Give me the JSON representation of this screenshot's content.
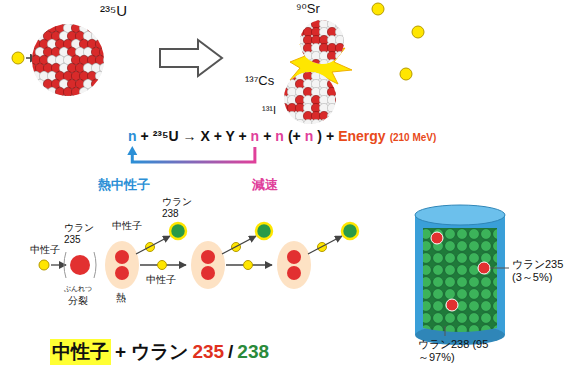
{
  "diagram": {
    "labels": [
      "²³⁵U",
      "⁹⁰Sr",
      "¹³⁷Cs",
      "¹³¹I",
      "n",
      "+ ²³⁵U → X + Y +",
      "n",
      "+",
      "n",
      "(+",
      "n",
      ")",
      "+",
      "Energy",
      "(210 MeV)",
      "熱中性子",
      "減速",
      "ウラン 238",
      "中性子",
      "ウラン 235",
      "中性子",
      "ぶんれつ",
      "分裂",
      "熱",
      "中性子",
      "ウラン235 (3～5%)",
      "ウラン238 (95～97%)",
      "中性子",
      "+ ウラン",
      "235",
      "/",
      "238"
    ]
  }
}
